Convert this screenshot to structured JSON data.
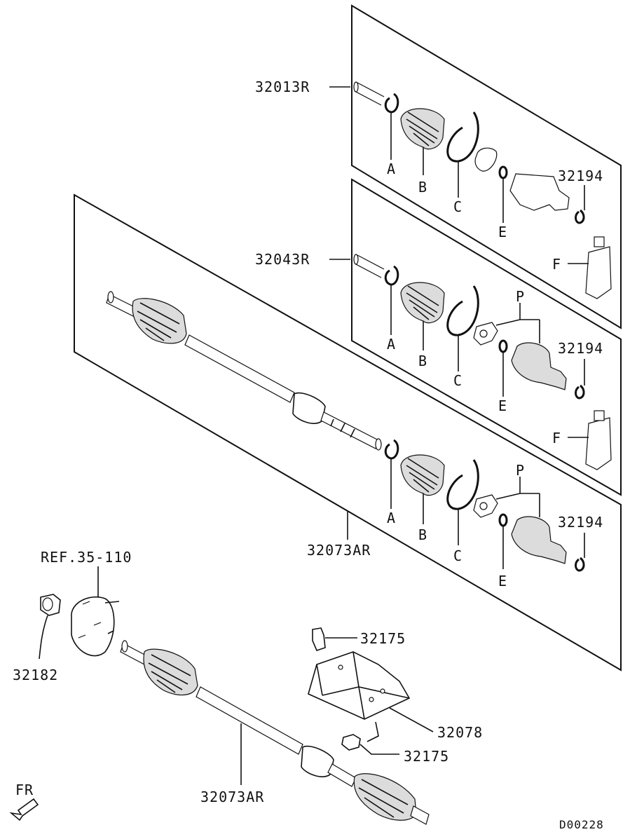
{
  "diagram": {
    "id_code": "D00228",
    "fr_label": "FR",
    "ref_label": "REF.35-110",
    "part_numbers": {
      "kit_top": "32013R",
      "kit_mid": "32043R",
      "shaft_assembly": "32073AR",
      "shaft_bottom": "32073AR",
      "snap_ring": "32194",
      "nut": "32182",
      "bolt": "32175",
      "bracket": "32078"
    },
    "letters": {
      "a": "A",
      "b": "B",
      "c": "C",
      "e": "E",
      "f": "F",
      "p": "P"
    }
  }
}
